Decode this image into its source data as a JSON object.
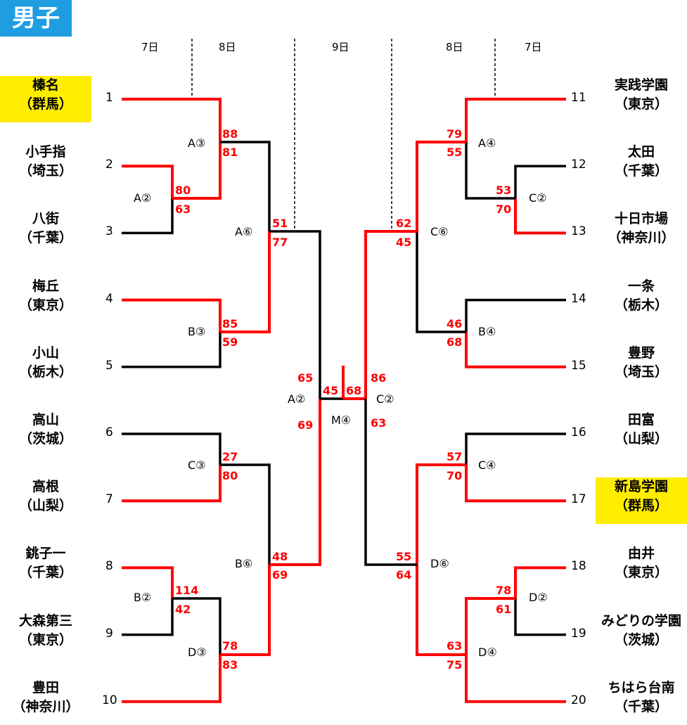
{
  "title": "男子",
  "days": [
    "7日",
    "8日",
    "9日",
    "8日",
    "7日"
  ],
  "left_teams": [
    {
      "seed": "1",
      "name": "榛名",
      "pref": "（群馬）",
      "highlight": true
    },
    {
      "seed": "2",
      "name": "小手指",
      "pref": "（埼玉）",
      "highlight": false
    },
    {
      "seed": "3",
      "name": "八街",
      "pref": "（千葉）",
      "highlight": false
    },
    {
      "seed": "4",
      "name": "梅丘",
      "pref": "（東京）",
      "highlight": false
    },
    {
      "seed": "5",
      "name": "小山",
      "pref": "（栃木）",
      "highlight": false
    },
    {
      "seed": "6",
      "name": "高山",
      "pref": "（茨城）",
      "highlight": false
    },
    {
      "seed": "7",
      "name": "高根",
      "pref": "（山梨）",
      "highlight": false
    },
    {
      "seed": "8",
      "name": "銚子一",
      "pref": "（千葉）",
      "highlight": false
    },
    {
      "seed": "9",
      "name": "大森第三",
      "pref": "（東京）",
      "highlight": false
    },
    {
      "seed": "10",
      "name": "豊田",
      "pref": "（神奈川）",
      "highlight": false
    }
  ],
  "right_teams": [
    {
      "seed": "11",
      "name": "実践学園",
      "pref": "（東京）",
      "highlight": false
    },
    {
      "seed": "12",
      "name": "太田",
      "pref": "（千葉）",
      "highlight": false
    },
    {
      "seed": "13",
      "name": "十日市場",
      "pref": "（神奈川）",
      "highlight": false
    },
    {
      "seed": "14",
      "name": "一条",
      "pref": "（栃木）",
      "highlight": false
    },
    {
      "seed": "15",
      "name": "豊野",
      "pref": "（埼玉）",
      "highlight": false
    },
    {
      "seed": "16",
      "name": "田富",
      "pref": "（山梨）",
      "highlight": false
    },
    {
      "seed": "17",
      "name": "新島学園",
      "pref": "（群馬）",
      "highlight": true
    },
    {
      "seed": "18",
      "name": "由井",
      "pref": "（東京）",
      "highlight": false
    },
    {
      "seed": "19",
      "name": "みどりの学園",
      "pref": "（茨城）",
      "highlight": false
    },
    {
      "seed": "20",
      "name": "ちはら台南",
      "pref": "（千葉）",
      "highlight": false
    }
  ],
  "matches": [
    {
      "id": "A②",
      "top": "80",
      "bottom": "63"
    },
    {
      "id": "A③",
      "top": "88",
      "bottom": "81"
    },
    {
      "id": "B③",
      "top": "85",
      "bottom": "59"
    },
    {
      "id": "A⑥",
      "top": "51",
      "bottom": "77"
    },
    {
      "id": "C③",
      "top": "27",
      "bottom": "80"
    },
    {
      "id": "B②",
      "top": "114",
      "bottom": "42"
    },
    {
      "id": "D③",
      "top": "78",
      "bottom": "83"
    },
    {
      "id": "B⑥",
      "top": "48",
      "bottom": "69"
    },
    {
      "id": "A②",
      "top": "65",
      "bottom": "69"
    },
    {
      "id": "C②",
      "top": "86",
      "bottom": "63"
    },
    {
      "id": "M④",
      "left": "45",
      "right": "68"
    },
    {
      "id": "C②",
      "top": "53",
      "bottom": "70"
    },
    {
      "id": "A④",
      "top": "79",
      "bottom": "55"
    },
    {
      "id": "B④",
      "top": "46",
      "bottom": "68"
    },
    {
      "id": "C⑥",
      "top": "62",
      "bottom": "45"
    },
    {
      "id": "C④",
      "top": "57",
      "bottom": "70"
    },
    {
      "id": "D②",
      "top": "78",
      "bottom": "61"
    },
    {
      "id": "D④",
      "top": "63",
      "bottom": "75"
    },
    {
      "id": "D⑥",
      "top": "55",
      "bottom": "64"
    }
  ],
  "colors": {
    "title_bg": "#1e9ee0",
    "highlight": "#ffed00",
    "winner": "#ff0000",
    "loser": "#000000"
  }
}
